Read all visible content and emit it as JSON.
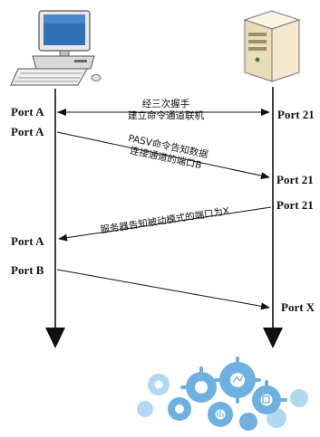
{
  "client": {
    "icon": "computer-icon"
  },
  "server": {
    "icon": "server-icon"
  },
  "decoration": {
    "icon": "gear-cluster-icon"
  },
  "colors": {
    "line": "#111111",
    "gear_blue": "#5fa8dc",
    "gear_light": "#a9d4f0",
    "server_body": "#f3e9cf"
  },
  "rows": [
    {
      "left_port": "Port A",
      "right_port": "Port 21",
      "message_lines": [
        "经三次握手",
        "建立命令通道联机"
      ],
      "direction": "both"
    },
    {
      "left_port": "Port A",
      "right_port": "Port 21",
      "message_lines": [
        "PASV命令告知数据",
        "连接通道的端口B"
      ],
      "direction": "left-to-right"
    },
    {
      "left_port": "Port A",
      "right_port": "Port 21",
      "message_lines": [
        "服务器告知被动模式的端口为X"
      ],
      "direction": "right-to-left"
    },
    {
      "left_port": "Port B",
      "right_port": "Port X",
      "message_lines": [],
      "direction": "left-to-right"
    }
  ]
}
